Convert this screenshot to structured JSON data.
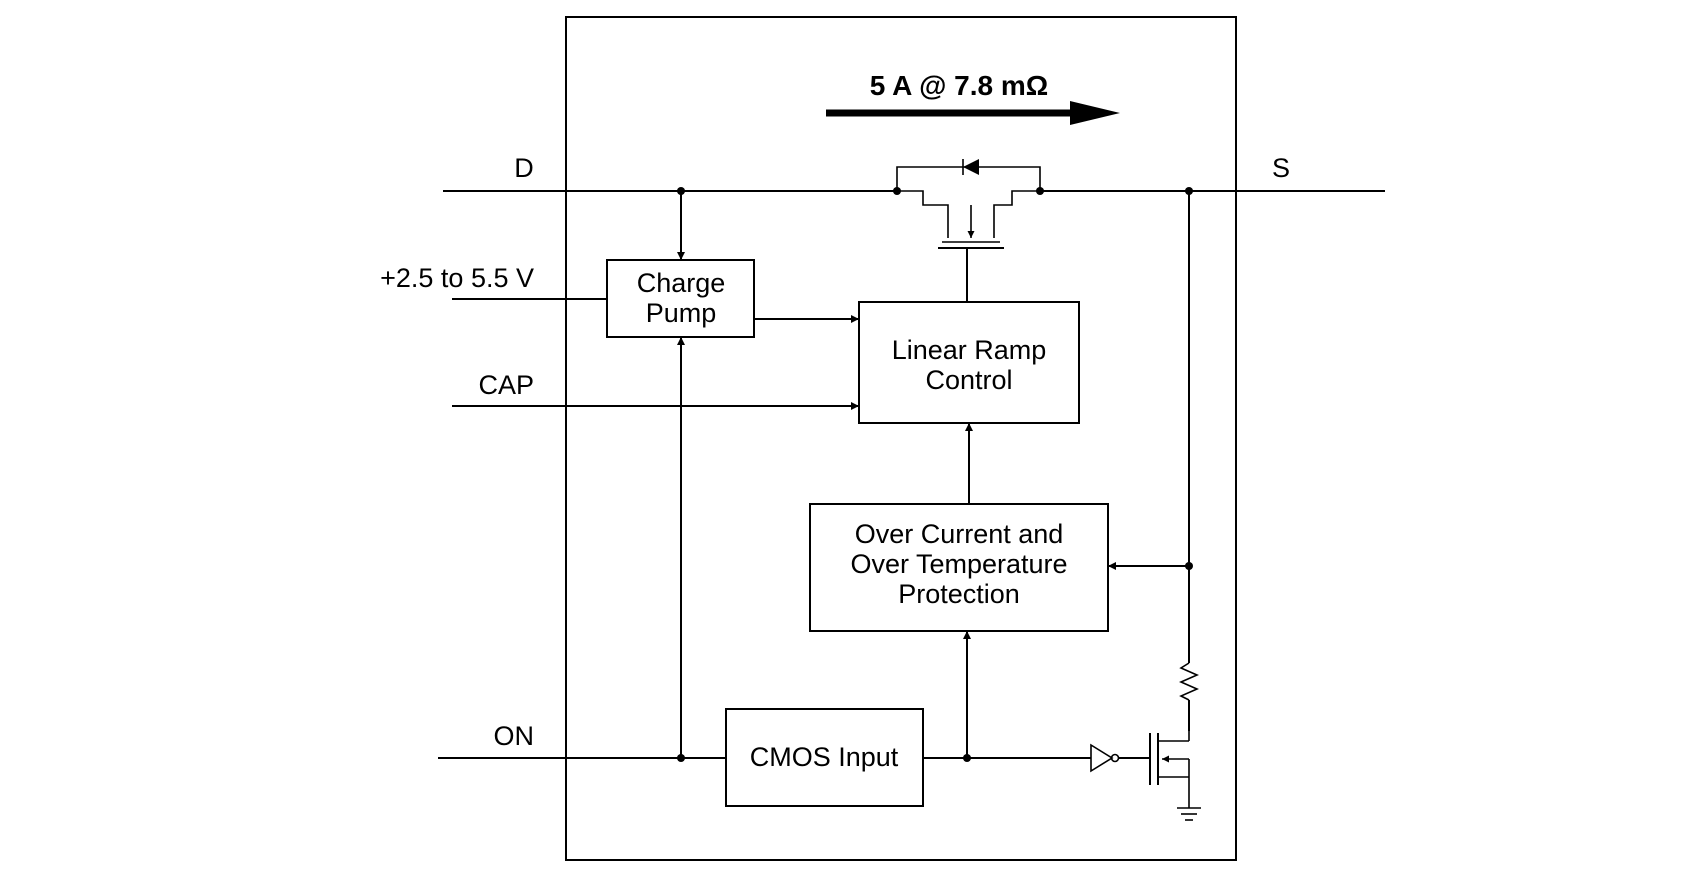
{
  "diagram": {
    "headline": "5 A @ 7.8 mΩ",
    "pins": {
      "drain": "D",
      "source": "S",
      "supply": "+2.5 to 5.5 V",
      "cap": "CAP",
      "on": "ON"
    },
    "blocks": {
      "charge_pump": {
        "line1": "Charge",
        "line2": "Pump"
      },
      "linear_ramp": {
        "line1": "Linear Ramp",
        "line2": "Control"
      },
      "protection": {
        "line1": "Over Current and",
        "line2": "Over Temperature",
        "line3": "Protection"
      },
      "cmos_input": {
        "line1": "CMOS Input"
      }
    }
  }
}
